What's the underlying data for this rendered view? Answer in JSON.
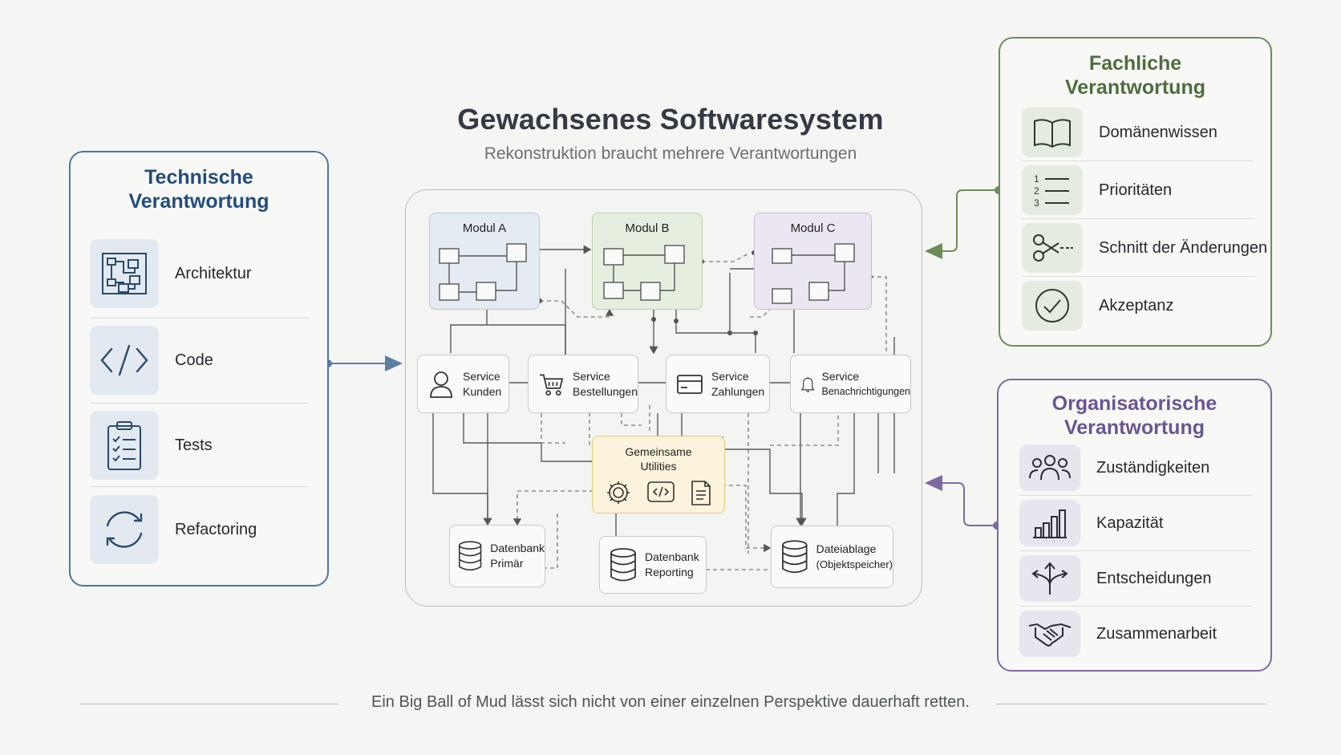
{
  "header": {
    "title": "Gewachsenes Softwaresystem",
    "subtitle": "Rekonstruktion braucht mehrere Verantwortungen"
  },
  "technical": {
    "heading": "Technische Verantwortung",
    "color": "#2e5b8a",
    "items": [
      {
        "label": "Architektur",
        "icon": "architecture-icon"
      },
      {
        "label": "Code",
        "icon": "code-icon"
      },
      {
        "label": "Tests",
        "icon": "checklist-icon"
      },
      {
        "label": "Refactoring",
        "icon": "refresh-icon"
      }
    ]
  },
  "functional": {
    "heading": "Fachliche Verantwortung",
    "color": "#5a7a45",
    "items": [
      {
        "label": "Domänenwissen",
        "icon": "book-icon"
      },
      {
        "label": "Prioritäten",
        "icon": "numbered-list-icon"
      },
      {
        "label": "Schnitt der Änderungen",
        "icon": "scissors-icon"
      },
      {
        "label": "Akzeptanz",
        "icon": "checkmark-icon"
      }
    ]
  },
  "organizational": {
    "heading": "Organisatorische Verantwortung",
    "color": "#6f5a95",
    "items": [
      {
        "label": "Zuständigkeiten",
        "icon": "people-icon"
      },
      {
        "label": "Kapazität",
        "icon": "bar-chart-icon"
      },
      {
        "label": "Entscheidungen",
        "icon": "branch-arrows-icon"
      },
      {
        "label": "Zusammenarbeit",
        "icon": "handshake-icon"
      }
    ]
  },
  "system": {
    "modules": [
      {
        "label": "Modul A",
        "fill": "#e4ebf3",
        "border": "#b8c9dc"
      },
      {
        "label": "Modul B",
        "fill": "#e6eedf",
        "border": "#bcd0ad"
      },
      {
        "label": "Modul C",
        "fill": "#ebe6f1",
        "border": "#c9bedb"
      }
    ],
    "services": [
      {
        "line1": "Service",
        "line2": "Kunden",
        "icon": "user-icon"
      },
      {
        "line1": "Service",
        "line2": "Bestellungen",
        "icon": "cart-icon"
      },
      {
        "line1": "Service",
        "line2": "Zahlungen",
        "icon": "credit-card-icon"
      },
      {
        "line1": "Service",
        "line2": "Benachrichtigungen",
        "icon": "bell-icon"
      }
    ],
    "utilities": {
      "line1": "Gemeinsame",
      "line2": "Utilities",
      "fill": "#fbf3dc",
      "border": "#e2c983"
    },
    "stores": [
      {
        "line1": "Datenbank",
        "line2": "Primär",
        "icon": "database-icon"
      },
      {
        "line1": "Datenbank",
        "line2": "Reporting",
        "icon": "database-icon"
      },
      {
        "line1": "Dateiablage",
        "line2": "(Objektspeicher)",
        "icon": "database-icon"
      }
    ]
  },
  "footer": {
    "text": "Ein Big Ball of Mud lässt sich nicht von einer einzelnen Perspektive dauerhaft retten."
  }
}
